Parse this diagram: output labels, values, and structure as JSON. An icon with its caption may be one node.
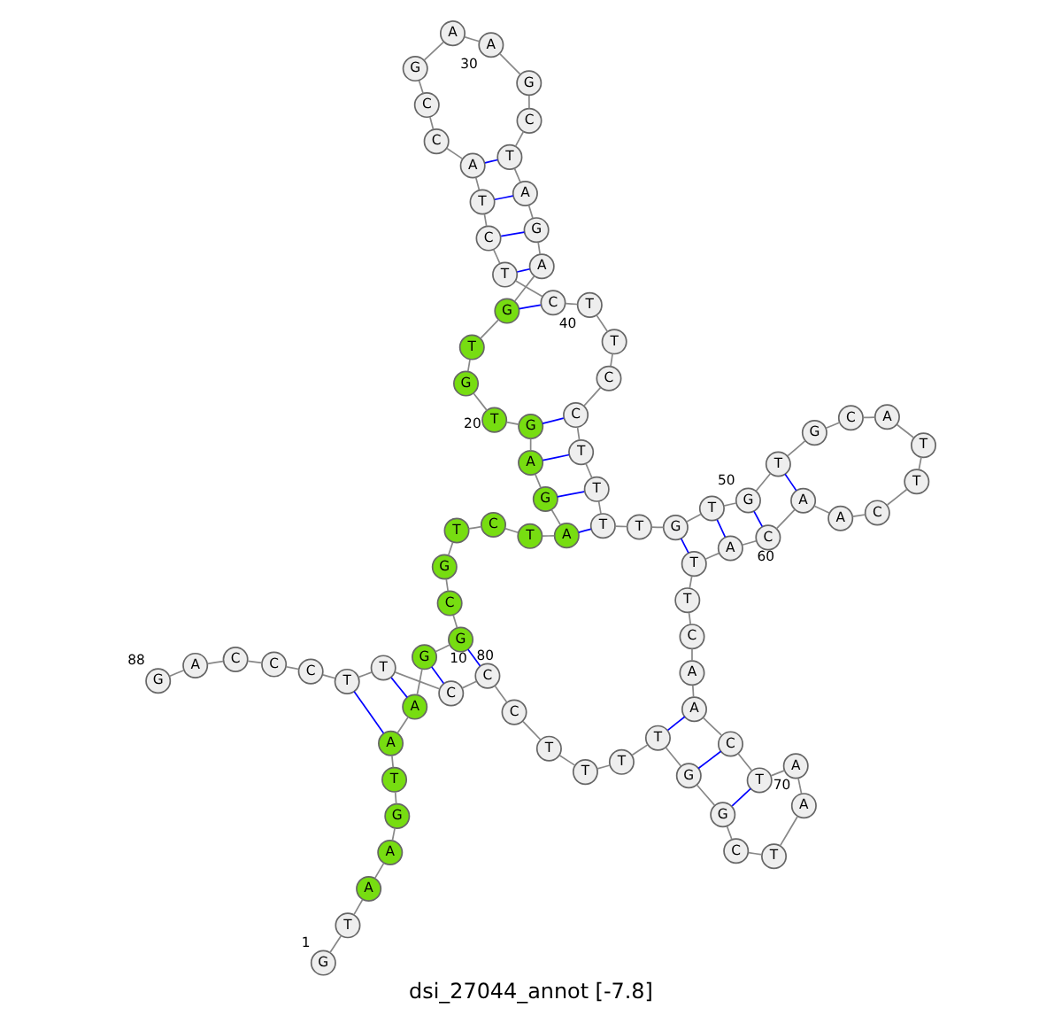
{
  "diagram": {
    "title": "dsi_27044_annot [-7.8]",
    "nodes": [
      {
        "text": [
          "G"
        ],
        "beside": [
          "1"
        ]
      },
      {
        "text": [
          "T"
        ]
      },
      {
        "text": [
          "A"
        ]
      },
      {
        "text": [
          "A"
        ]
      },
      {
        "text": [
          "G"
        ]
      },
      {
        "text": [
          "T"
        ]
      },
      {
        "text": [
          "A"
        ]
      },
      {
        "text": [
          "A"
        ]
      },
      {
        "text": [
          "G"
        ]
      },
      {
        "text": [
          "G"
        ],
        "beside": [
          "10"
        ]
      },
      {
        "text": [
          "C"
        ]
      },
      {
        "text": [
          "G"
        ]
      },
      {
        "text": [
          "T"
        ]
      },
      {
        "text": [
          "C"
        ]
      },
      {
        "text": [
          "T"
        ]
      },
      {
        "text": [
          "A"
        ]
      },
      {
        "text": [
          "G"
        ]
      },
      {
        "text": [
          "A"
        ]
      },
      {
        "text": [
          "G"
        ]
      },
      {
        "text": [
          "T"
        ],
        "beside": [
          "20"
        ]
      },
      {
        "text": [
          "G"
        ]
      },
      {
        "text": [
          "T"
        ]
      },
      {
        "text": [
          "G"
        ]
      },
      {
        "text": [
          "A"
        ]
      },
      {
        "text": [
          "G"
        ]
      },
      {
        "text": [
          "A"
        ]
      },
      {
        "text": [
          "T"
        ]
      },
      {
        "text": [
          "C"
        ]
      },
      {
        "text": [
          "G"
        ]
      },
      {
        "text": [
          "A"
        ],
        "beside": [
          "30"
        ]
      },
      {
        "text": [
          "A"
        ]
      },
      {
        "text": [
          "G"
        ]
      },
      {
        "text": [
          "C"
        ]
      },
      {
        "text": [
          "C"
        ]
      },
      {
        "text": [
          "A"
        ]
      },
      {
        "text": [
          "T"
        ]
      },
      {
        "text": [
          "C"
        ]
      },
      {
        "text": [
          "T"
        ]
      },
      {
        "text": [
          "C"
        ]
      },
      {
        "text": [
          "T"
        ],
        "beside": [
          "40"
        ]
      },
      {
        "text": [
          "T"
        ]
      },
      {
        "text": [
          "C"
        ]
      },
      {
        "text": [
          "C"
        ]
      },
      {
        "text": [
          "T"
        ]
      },
      {
        "text": [
          "T"
        ]
      },
      {
        "text": [
          "T"
        ]
      },
      {
        "text": [
          "T"
        ]
      },
      {
        "text": [
          "G"
        ]
      },
      {
        "text": [
          "T"
        ]
      },
      {
        "text": [
          "G"
        ],
        "beside": [
          "50"
        ]
      },
      {
        "text": [
          "T"
        ]
      },
      {
        "text": [
          "G"
        ]
      },
      {
        "text": [
          "C"
        ]
      },
      {
        "text": [
          "A"
        ]
      },
      {
        "text": [
          "T"
        ]
      },
      {
        "text": [
          "T"
        ]
      },
      {
        "text": [
          "C"
        ]
      },
      {
        "text": [
          "A"
        ]
      },
      {
        "text": [
          "A"
        ]
      },
      {
        "text": [
          "C"
        ],
        "beside": [
          "60"
        ]
      },
      {
        "text": [
          "A"
        ]
      },
      {
        "text": [
          "T"
        ]
      },
      {
        "text": [
          "T"
        ]
      },
      {
        "text": [
          "C"
        ]
      },
      {
        "text": [
          "A"
        ]
      },
      {
        "text": [
          "A"
        ]
      },
      {
        "text": [
          "C"
        ]
      },
      {
        "text": [
          "T"
        ]
      },
      {
        "text": [
          "A"
        ]
      },
      {
        "text": [
          "A"
        ],
        "beside": [
          "70"
        ]
      },
      {
        "text": [
          "T"
        ]
      },
      {
        "text": [
          "C"
        ]
      },
      {
        "text": [
          "G"
        ]
      },
      {
        "text": [
          "G"
        ]
      },
      {
        "text": [
          "T"
        ]
      },
      {
        "text": [
          "T"
        ]
      },
      {
        "text": [
          "T"
        ]
      },
      {
        "text": [
          "T"
        ]
      },
      {
        "text": [
          "C"
        ]
      },
      {
        "text": [
          "C"
        ],
        "beside": [
          "80"
        ]
      },
      {
        "text": [
          "C"
        ]
      },
      {
        "text": [
          "T"
        ]
      },
      {
        "text": [
          "T"
        ]
      },
      {
        "text": [
          "C"
        ]
      },
      {
        "text": [
          "C"
        ]
      },
      {
        "text": [
          "C"
        ]
      },
      {
        "text": [
          "A"
        ]
      },
      {
        "text": [
          "G"
        ],
        "beside": [
          "88"
        ]
      }
    ],
    "edges": [
      {
        "from": 0,
        "to": 1,
        "arrow": "none"
      },
      {
        "from": 1,
        "to": 2,
        "arrow": "none"
      },
      {
        "from": 2,
        "to": 3,
        "arrow": "none"
      },
      {
        "from": 3,
        "to": 4,
        "arrow": "none"
      },
      {
        "from": 4,
        "to": 5,
        "arrow": "none"
      },
      {
        "from": 5,
        "to": 6,
        "arrow": "none"
      },
      {
        "from": 6,
        "to": 7,
        "arrow": "none"
      },
      {
        "from": 7,
        "to": 8,
        "arrow": "none"
      },
      {
        "from": 8,
        "to": 9,
        "arrow": "none"
      },
      {
        "from": 9,
        "to": 10,
        "arrow": "none"
      },
      {
        "from": 10,
        "to": 11,
        "arrow": "none"
      },
      {
        "from": 11,
        "to": 12,
        "arrow": "none"
      },
      {
        "from": 12,
        "to": 13,
        "arrow": "none"
      },
      {
        "from": 13,
        "to": 14,
        "arrow": "none"
      },
      {
        "from": 14,
        "to": 15,
        "arrow": "none"
      },
      {
        "from": 15,
        "to": 16,
        "arrow": "none"
      },
      {
        "from": 16,
        "to": 17,
        "arrow": "none"
      },
      {
        "from": 17,
        "to": 18,
        "arrow": "none"
      },
      {
        "from": 18,
        "to": 19,
        "arrow": "none"
      },
      {
        "from": 19,
        "to": 20,
        "arrow": "none"
      },
      {
        "from": 20,
        "to": 21,
        "arrow": "none"
      },
      {
        "from": 21,
        "to": 22,
        "arrow": "none"
      },
      {
        "from": 22,
        "to": 23,
        "arrow": "none"
      },
      {
        "from": 23,
        "to": 24,
        "arrow": "none"
      },
      {
        "from": 24,
        "to": 25,
        "arrow": "none"
      },
      {
        "from": 25,
        "to": 26,
        "arrow": "none"
      },
      {
        "from": 26,
        "to": 27,
        "arrow": "none"
      },
      {
        "from": 27,
        "to": 28,
        "arrow": "none"
      },
      {
        "from": 28,
        "to": 29,
        "arrow": "none"
      },
      {
        "from": 29,
        "to": 30,
        "arrow": "none"
      },
      {
        "from": 30,
        "to": 31,
        "arrow": "none"
      },
      {
        "from": 31,
        "to": 32,
        "arrow": "none"
      },
      {
        "from": 32,
        "to": 33,
        "arrow": "none"
      },
      {
        "from": 33,
        "to": 34,
        "arrow": "none"
      },
      {
        "from": 34,
        "to": 35,
        "arrow": "none"
      },
      {
        "from": 35,
        "to": 36,
        "arrow": "none"
      },
      {
        "from": 36,
        "to": 37,
        "arrow": "none"
      },
      {
        "from": 37,
        "to": 38,
        "arrow": "none"
      },
      {
        "from": 38,
        "to": 39,
        "arrow": "none"
      },
      {
        "from": 39,
        "to": 40,
        "arrow": "none"
      },
      {
        "from": 40,
        "to": 41,
        "arrow": "none"
      },
      {
        "from": 41,
        "to": 42,
        "arrow": "none"
      },
      {
        "from": 42,
        "to": 43,
        "arrow": "none"
      },
      {
        "from": 43,
        "to": 44,
        "arrow": "none"
      },
      {
        "from": 44,
        "to": 45,
        "arrow": "none"
      },
      {
        "from": 45,
        "to": 46,
        "arrow": "none"
      },
      {
        "from": 46,
        "to": 47,
        "arrow": "none"
      },
      {
        "from": 47,
        "to": 48,
        "arrow": "none"
      },
      {
        "from": 48,
        "to": 49,
        "arrow": "none"
      },
      {
        "from": 49,
        "to": 50,
        "arrow": "none"
      },
      {
        "from": 50,
        "to": 51,
        "arrow": "none"
      },
      {
        "from": 51,
        "to": 52,
        "arrow": "none"
      },
      {
        "from": 52,
        "to": 53,
        "arrow": "none"
      },
      {
        "from": 53,
        "to": 54,
        "arrow": "none"
      },
      {
        "from": 54,
        "to": 55,
        "arrow": "none"
      },
      {
        "from": 55,
        "to": 56,
        "arrow": "none"
      },
      {
        "from": 56,
        "to": 57,
        "arrow": "none"
      },
      {
        "from": 57,
        "to": 58,
        "arrow": "none"
      },
      {
        "from": 58,
        "to": 59,
        "arrow": "none"
      },
      {
        "from": 59,
        "to": 60,
        "arrow": "none"
      },
      {
        "from": 60,
        "to": 61,
        "arrow": "none"
      },
      {
        "from": 61,
        "to": 62,
        "arrow": "none"
      },
      {
        "from": 62,
        "to": 63,
        "arrow": "none"
      },
      {
        "from": 63,
        "to": 64,
        "arrow": "none"
      },
      {
        "from": 64,
        "to": 65,
        "arrow": "none"
      },
      {
        "from": 65,
        "to": 66,
        "arrow": "none"
      },
      {
        "from": 66,
        "to": 67,
        "arrow": "none"
      },
      {
        "from": 67,
        "to": 68,
        "arrow": "none"
      },
      {
        "from": 68,
        "to": 69,
        "arrow": "none"
      },
      {
        "from": 69,
        "to": 70,
        "arrow": "none"
      },
      {
        "from": 70,
        "to": 71,
        "arrow": "none"
      },
      {
        "from": 71,
        "to": 72,
        "arrow": "none"
      },
      {
        "from": 72,
        "to": 73,
        "arrow": "none"
      },
      {
        "from": 73,
        "to": 74,
        "arrow": "none"
      },
      {
        "from": 74,
        "to": 75,
        "arrow": "none"
      },
      {
        "from": 75,
        "to": 76,
        "arrow": "none"
      },
      {
        "from": 76,
        "to": 77,
        "arrow": "none"
      },
      {
        "from": 77,
        "to": 78,
        "arrow": "none"
      },
      {
        "from": 78,
        "to": 79,
        "arrow": "none"
      },
      {
        "from": 79,
        "to": 80,
        "arrow": "none"
      },
      {
        "from": 80,
        "to": 81,
        "arrow": "none"
      },
      {
        "from": 81,
        "to": 82,
        "arrow": "none"
      },
      {
        "from": 82,
        "to": 83,
        "arrow": "none"
      },
      {
        "from": 83,
        "to": 84,
        "arrow": "none"
      },
      {
        "from": 84,
        "to": 85,
        "arrow": "none"
      },
      {
        "from": 85,
        "to": 86,
        "arrow": "none"
      },
      {
        "from": 86,
        "to": 87,
        "arrow": "none"
      },
      {
        "from": 6,
        "to": 82,
        "arrow": "none",
        "color": "#0000ff"
      },
      {
        "from": 7,
        "to": 81,
        "arrow": "none",
        "color": "#0000ff"
      },
      {
        "from": 8,
        "to": 80,
        "arrow": "none",
        "color": "#0000ff"
      },
      {
        "from": 9,
        "to": 79,
        "arrow": "none",
        "color": "#0000ff"
      },
      {
        "from": 15,
        "to": 45,
        "arrow": "none",
        "color": "#0000ff"
      },
      {
        "from": 16,
        "to": 44,
        "arrow": "none",
        "color": "#0000ff"
      },
      {
        "from": 17,
        "to": 43,
        "arrow": "none",
        "color": "#0000ff"
      },
      {
        "from": 18,
        "to": 42,
        "arrow": "none",
        "color": "#0000ff"
      },
      {
        "from": 22,
        "to": 38,
        "arrow": "none",
        "color": "#0000ff"
      },
      {
        "from": 23,
        "to": 37,
        "arrow": "none",
        "color": "#0000ff"
      },
      {
        "from": 24,
        "to": 36,
        "arrow": "none",
        "color": "#0000ff"
      },
      {
        "from": 25,
        "to": 35,
        "arrow": "none",
        "color": "#0000ff"
      },
      {
        "from": 26,
        "to": 34,
        "arrow": "none",
        "color": "#0000ff"
      },
      {
        "from": 47,
        "to": 61,
        "arrow": "none",
        "color": "#0000ff"
      },
      {
        "from": 48,
        "to": 60,
        "arrow": "none",
        "color": "#0000ff"
      },
      {
        "from": 49,
        "to": 59,
        "arrow": "none",
        "color": "#0000ff"
      },
      {
        "from": 50,
        "to": 58,
        "arrow": "none",
        "color": "#0000ff"
      },
      {
        "from": 65,
        "to": 74,
        "arrow": "none",
        "color": "#0000ff"
      },
      {
        "from": 66,
        "to": 73,
        "arrow": "none",
        "color": "#0000ff"
      },
      {
        "from": 67,
        "to": 72,
        "arrow": "none",
        "color": "#0000ff"
      }
    ]
  }
}
